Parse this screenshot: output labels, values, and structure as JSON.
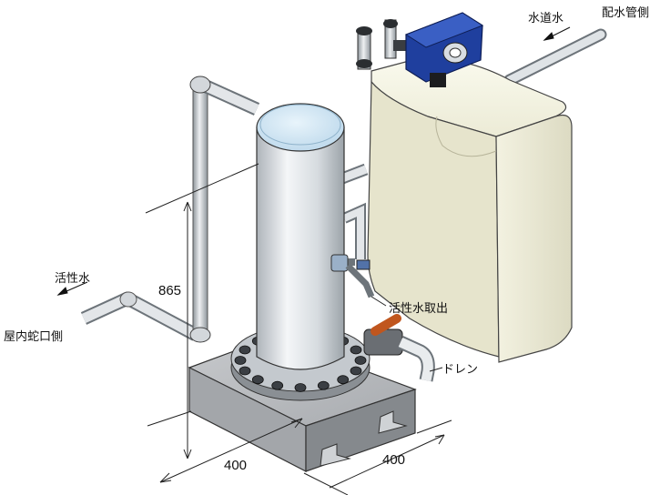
{
  "labels": {
    "supply_main": "配水管側",
    "tap_water": "水道水",
    "activated_water": "活性水",
    "indoor_faucet": "屋内蛇口側",
    "activated_water_outlet": "活性水取出",
    "drain": "ドレン"
  },
  "dimensions": {
    "height": "865",
    "width_left": "400",
    "width_right": "400"
  },
  "colors": {
    "tank_body": "#efeedd",
    "column_body": "#d9dfe4",
    "column_top": "#c9e2f2",
    "base_block": "#9b9ea2",
    "valve_head": "#1f3f9e",
    "valve_handle": "#c0561e",
    "pipe": "#cfd3d7"
  }
}
